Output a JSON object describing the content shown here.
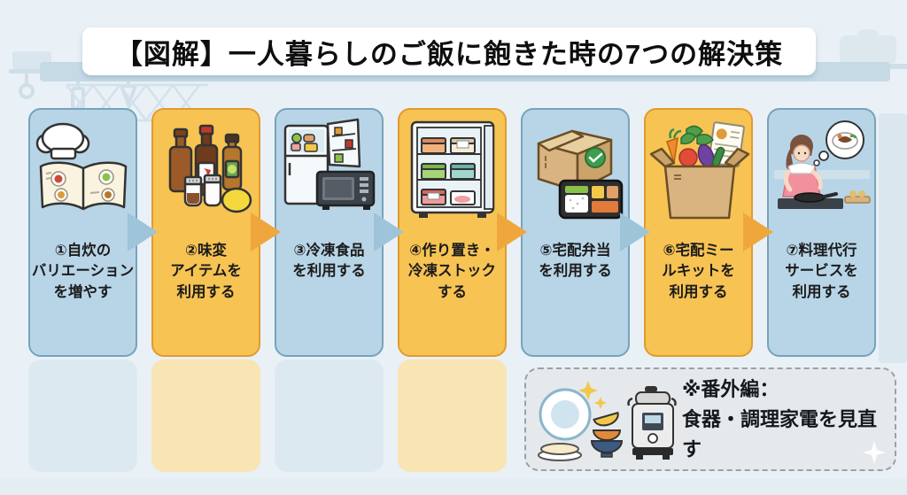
{
  "title": "【図解】一人暮らしのご飯に飽きた時の7つの解決策",
  "steps": [
    {
      "label": "①自炊の\nバリエーション\nを増やす",
      "icon": "chef-hat-cookbook-icon",
      "theme": "blue"
    },
    {
      "label": "②味変\nアイテムを\n利用する",
      "icon": "condiment-bottles-icon",
      "theme": "orange"
    },
    {
      "label": "③冷凍食品\nを利用する",
      "icon": "fridge-microwave-icon",
      "theme": "blue"
    },
    {
      "label": "④作り置き・\n冷凍ストック\nする",
      "icon": "freezer-containers-icon",
      "theme": "orange"
    },
    {
      "label": "⑤宅配弁当\nを利用する",
      "icon": "delivery-box-bento-icon",
      "theme": "blue"
    },
    {
      "label": "⑥宅配ミー\nルキットを\n利用する",
      "icon": "mealkit-vegetable-box-icon",
      "theme": "orange"
    },
    {
      "label": "⑦料理代行\nサービスを\n利用する",
      "icon": "cooking-service-person-icon",
      "theme": "blue"
    }
  ],
  "bonus": {
    "line1": "※番外編：",
    "line2": "食器・調理家電を見直す",
    "icon": "tableware-multicooker-icon"
  },
  "colors": {
    "background": "#e9f1f6",
    "card_blue": "#b8d5e7",
    "card_blue_border": "#76a3bb",
    "card_orange": "#f7c353",
    "card_orange_border": "#e29a30",
    "card_blue_faded": "#dde9f0",
    "card_orange_faded": "#f9e4b4",
    "arrow_blue": "#9ec4d9",
    "arrow_orange": "#efa73d",
    "title_text": "#0e0e0e",
    "bonus_box_fill": "#e6e9eb",
    "bonus_box_border": "#9aa1a7"
  }
}
